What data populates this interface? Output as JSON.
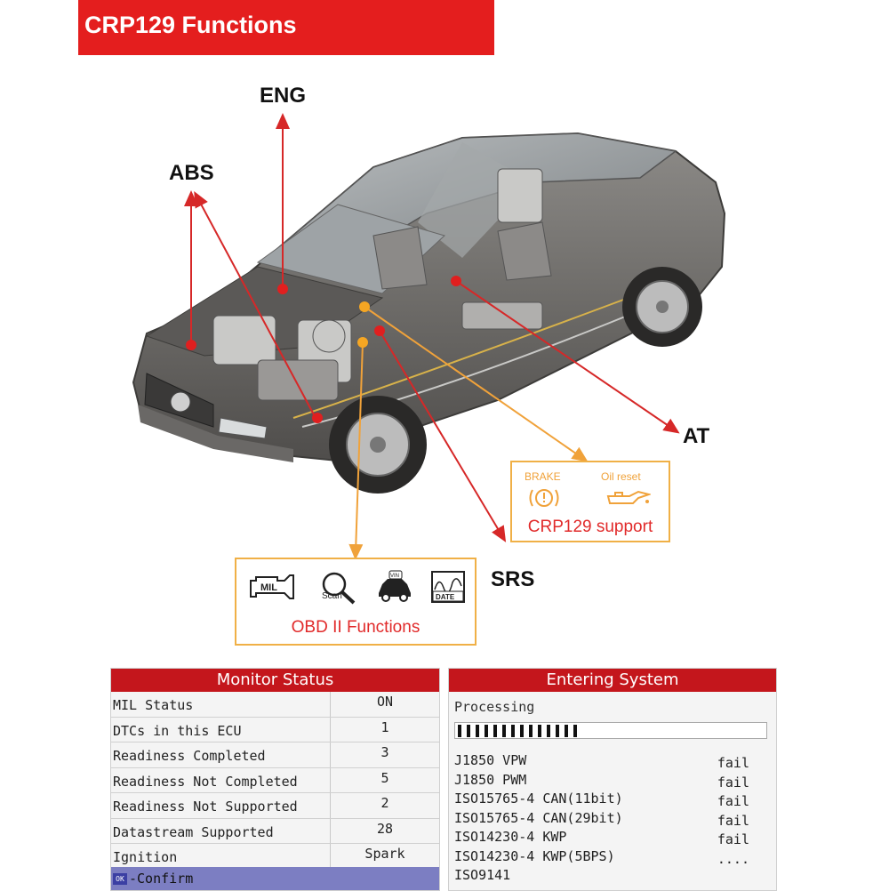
{
  "banner": {
    "title": "CRP129 Functions"
  },
  "callouts": {
    "eng": "ENG",
    "abs": "ABS",
    "at": "AT",
    "srs": "SRS"
  },
  "support_box": {
    "brake_label": "BRAKE",
    "oil_label": "Oil reset",
    "caption": "CRP129 support"
  },
  "obd_box": {
    "icons": [
      {
        "name": "mil-engine-icon",
        "text": "MIL"
      },
      {
        "name": "scan-magnifier-icon",
        "text": "Scan"
      },
      {
        "name": "vin-car-icon",
        "text": "VIN"
      },
      {
        "name": "date-graph-icon",
        "text": "DATE"
      }
    ],
    "caption": "OBD II Functions"
  },
  "monitor": {
    "title": "Monitor Status",
    "rows": [
      {
        "label": "MIL Status",
        "value": "ON"
      },
      {
        "label": "DTCs in this ECU",
        "value": "1"
      },
      {
        "label": "Readiness Completed",
        "value": "3"
      },
      {
        "label": "Readiness Not Completed",
        "value": "5"
      },
      {
        "label": "Readiness Not Supported",
        "value": "2"
      },
      {
        "label": "Datastream Supported",
        "value": "28"
      },
      {
        "label": "Ignition",
        "value": "Spark"
      }
    ],
    "confirm_chip": "OK",
    "confirm_label": "-Confirm"
  },
  "entering": {
    "title": "Entering System",
    "status": "Processing",
    "progress_segments": 14,
    "protocols": [
      {
        "name": "J1850 VPW",
        "result": "fail"
      },
      {
        "name": "J1850 PWM",
        "result": "fail"
      },
      {
        "name": "ISO15765-4 CAN(11bit)",
        "result": "fail"
      },
      {
        "name": "ISO15765-4 CAN(29bit)",
        "result": "fail"
      },
      {
        "name": "ISO14230-4 KWP",
        "result": "fail"
      },
      {
        "name": "ISO14230-4 KWP(5BPS)",
        "result": "...."
      },
      {
        "name": "ISO9141",
        "result": ""
      }
    ]
  },
  "colors": {
    "banner": "#e41e1e",
    "pointer_red": "#d62828",
    "pointer_orange": "#f0a23a",
    "scanner_header": "#c4161c"
  }
}
